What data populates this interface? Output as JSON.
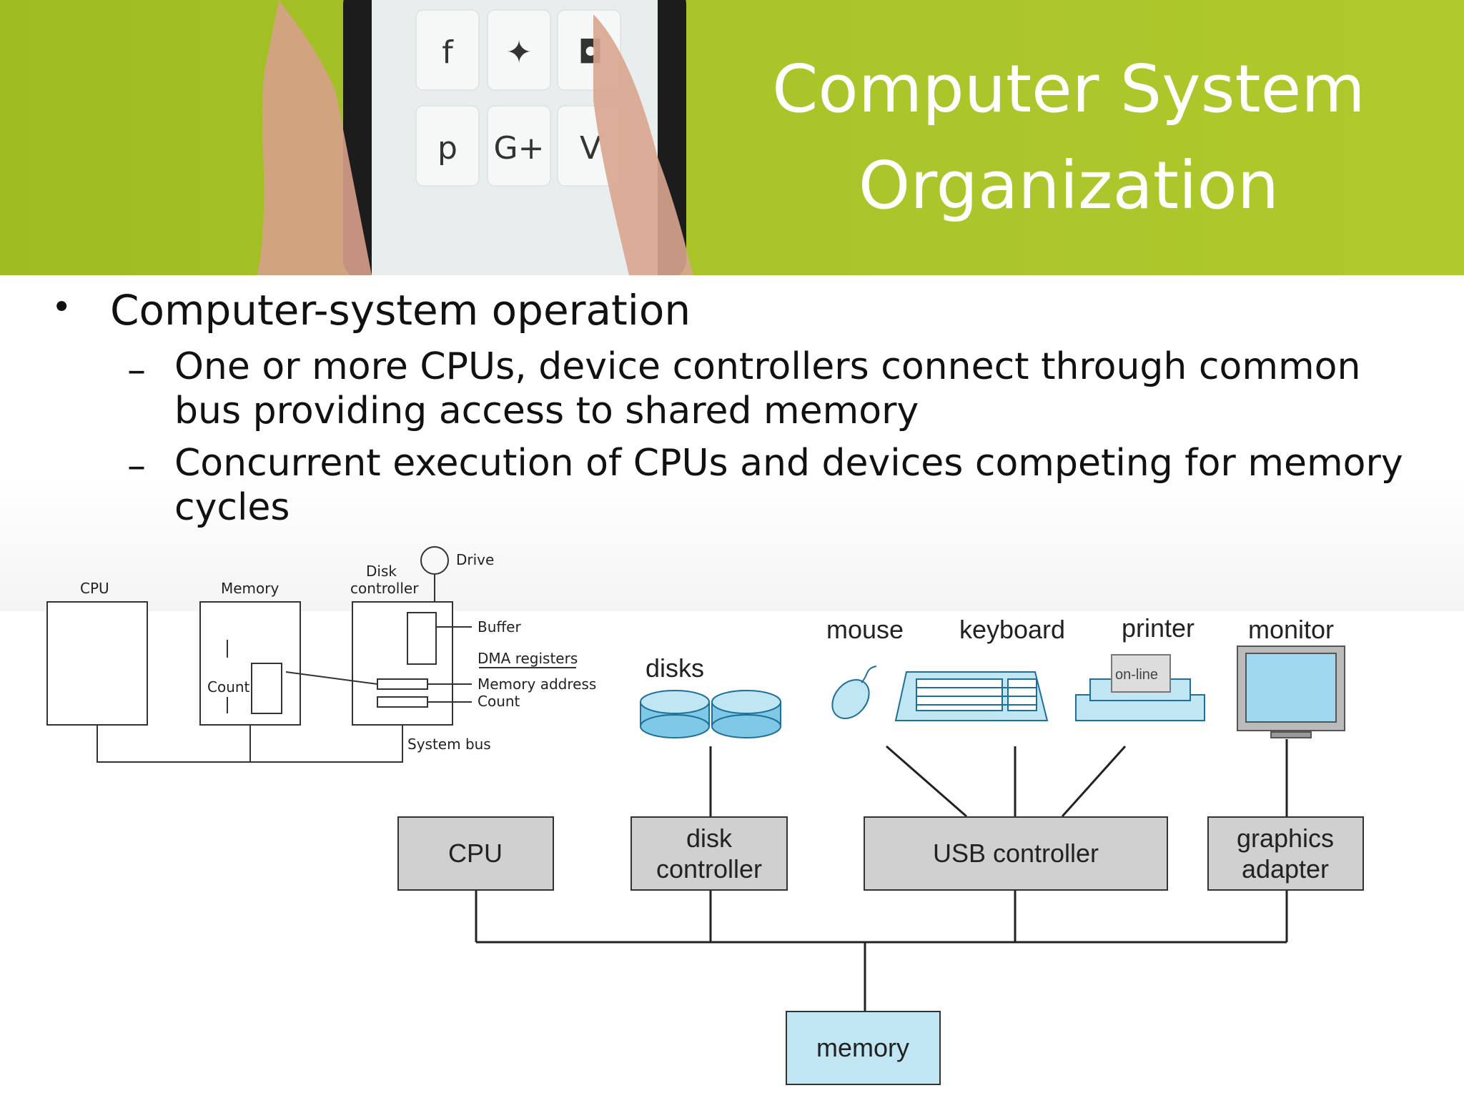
{
  "slide": {
    "title_line1": "Computer System",
    "title_line2": "Organization",
    "bullet": "Computer-system operation",
    "sub_bullets": [
      "One or more CPUs, device controllers connect through common bus providing access to shared memory",
      "Concurrent execution of CPUs and devices competing for memory cycles"
    ],
    "bullet_symbol": "•",
    "dash_symbol": "–"
  },
  "left_diagram": {
    "cpu_label": "CPU",
    "memory_label": "Memory",
    "disk_controller_label_1": "Disk",
    "disk_controller_label_2": "controller",
    "drive_label": "Drive",
    "buffer_label": "Buffer",
    "dma_label": "DMA registers",
    "memory_address_label": "Memory address",
    "count_label": "Count",
    "memory_count_label": "Count",
    "system_bus_label": "System bus"
  },
  "right_diagram": {
    "devices": {
      "disks": "disks",
      "mouse": "mouse",
      "keyboard": "keyboard",
      "printer": "printer",
      "printer_screen": "on-line",
      "monitor": "monitor"
    },
    "boxes": {
      "cpu": "CPU",
      "disk_controller_1": "disk",
      "disk_controller_2": "controller",
      "usb_controller": "USB controller",
      "graphics_adapter_1": "graphics",
      "graphics_adapter_2": "adapter",
      "memory": "memory"
    }
  },
  "colors": {
    "header_green": "#a9c52a",
    "box_gray": "#d0d0d0",
    "memory_blue": "#bfe6f2",
    "device_blue": "#7fc8e6"
  }
}
